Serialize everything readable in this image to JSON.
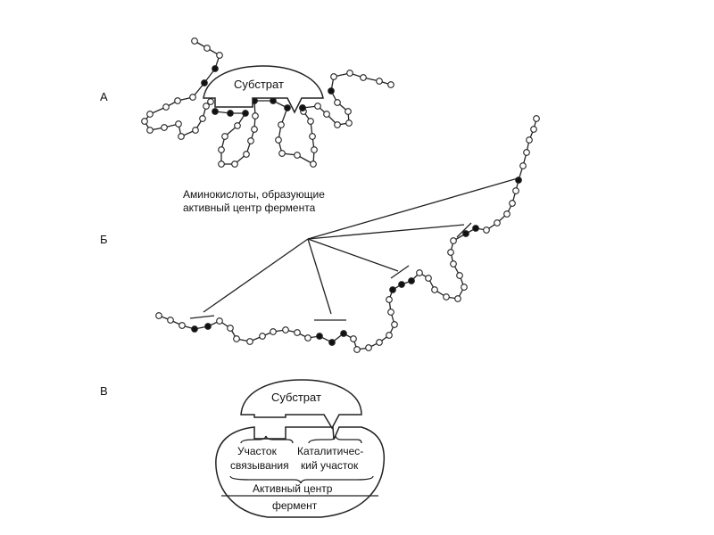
{
  "panels": {
    "a": {
      "label": "А",
      "substrate": "Субстрат",
      "caption_line1": "Аминокислоты, образующие",
      "caption_line2": "активный центр фермента"
    },
    "b": {
      "label": "Б"
    },
    "c": {
      "label": "В",
      "substrate": "Субстрат",
      "binding_line1": "Участок",
      "binding_line2": "связывания",
      "catalytic_line1": "Каталитичес-",
      "catalytic_line2": "кий участок",
      "active_center": "Активный центр",
      "enzyme": "фермент"
    }
  }
}
